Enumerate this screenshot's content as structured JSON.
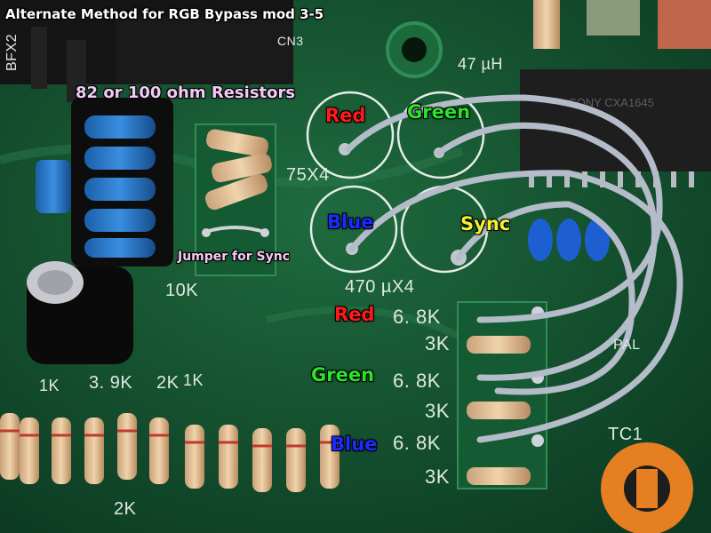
{
  "title": "Alternate Method for RGB Bypass mod 3-5",
  "annotations": {
    "resistors": "82 or 100 ohm Resistors",
    "jumper": "Jumper for Sync",
    "cap_red": "Red",
    "cap_green": "Green",
    "cap_blue": "Blue",
    "cap_sync": "Sync",
    "res_red": "Red",
    "res_green": "Green",
    "res_blue": "Blue"
  },
  "board_markings": {
    "cn3": "CN3",
    "bfx2": "BFX2",
    "inductor": "47 µH",
    "cap_val_top": "75X4",
    "cap_val_bottom": "470 µX4",
    "r_10k": "10K",
    "r_68k_1": "6. 8K",
    "r_3k_1": "3K",
    "r_68k_2": "6. 8K",
    "r_3k_2": "3K",
    "r_68k_3": "6. 8K",
    "r_3k_3": "3K",
    "r_39k": "3. 9K",
    "r_1k_a": "1K",
    "r_2k_a": "2K",
    "r_2k_b": "2K",
    "r_1k_b": "1K",
    "tc1": "TC1",
    "pal": "PAL",
    "ic_label": "SONY CXA1645"
  },
  "colors": {
    "red": "#ff1a1a",
    "green": "#2ee02e",
    "blue": "#1a2cff",
    "yellow": "#f2f230",
    "pink": "#f4c8f4",
    "white": "#ffffff"
  }
}
